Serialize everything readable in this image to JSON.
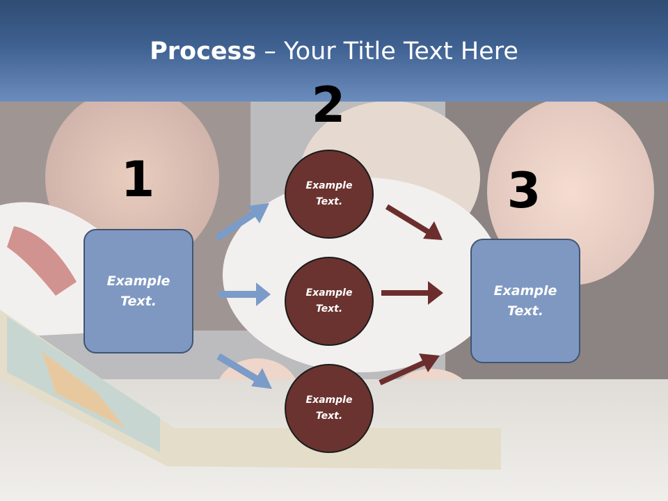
{
  "slide": {
    "title_bold": "Process",
    "title_rest": " – Your Title Text Here"
  },
  "steps": {
    "one": "1",
    "two": "2",
    "three": "3"
  },
  "left_box": {
    "text": "Example Text."
  },
  "right_box": {
    "text": "Example Text."
  },
  "circles": [
    {
      "text": "Example Text."
    },
    {
      "text": "Example Text."
    },
    {
      "text": "Example Text."
    }
  ],
  "colors": {
    "header": "#3f6191",
    "box_fill": "#7f98c2",
    "circle_fill": "#6a3330",
    "blue_arrow": "#7b9bc8",
    "red_arrow": "#6b2e2c"
  },
  "background": {
    "description": "faded family photo behind diagram"
  }
}
